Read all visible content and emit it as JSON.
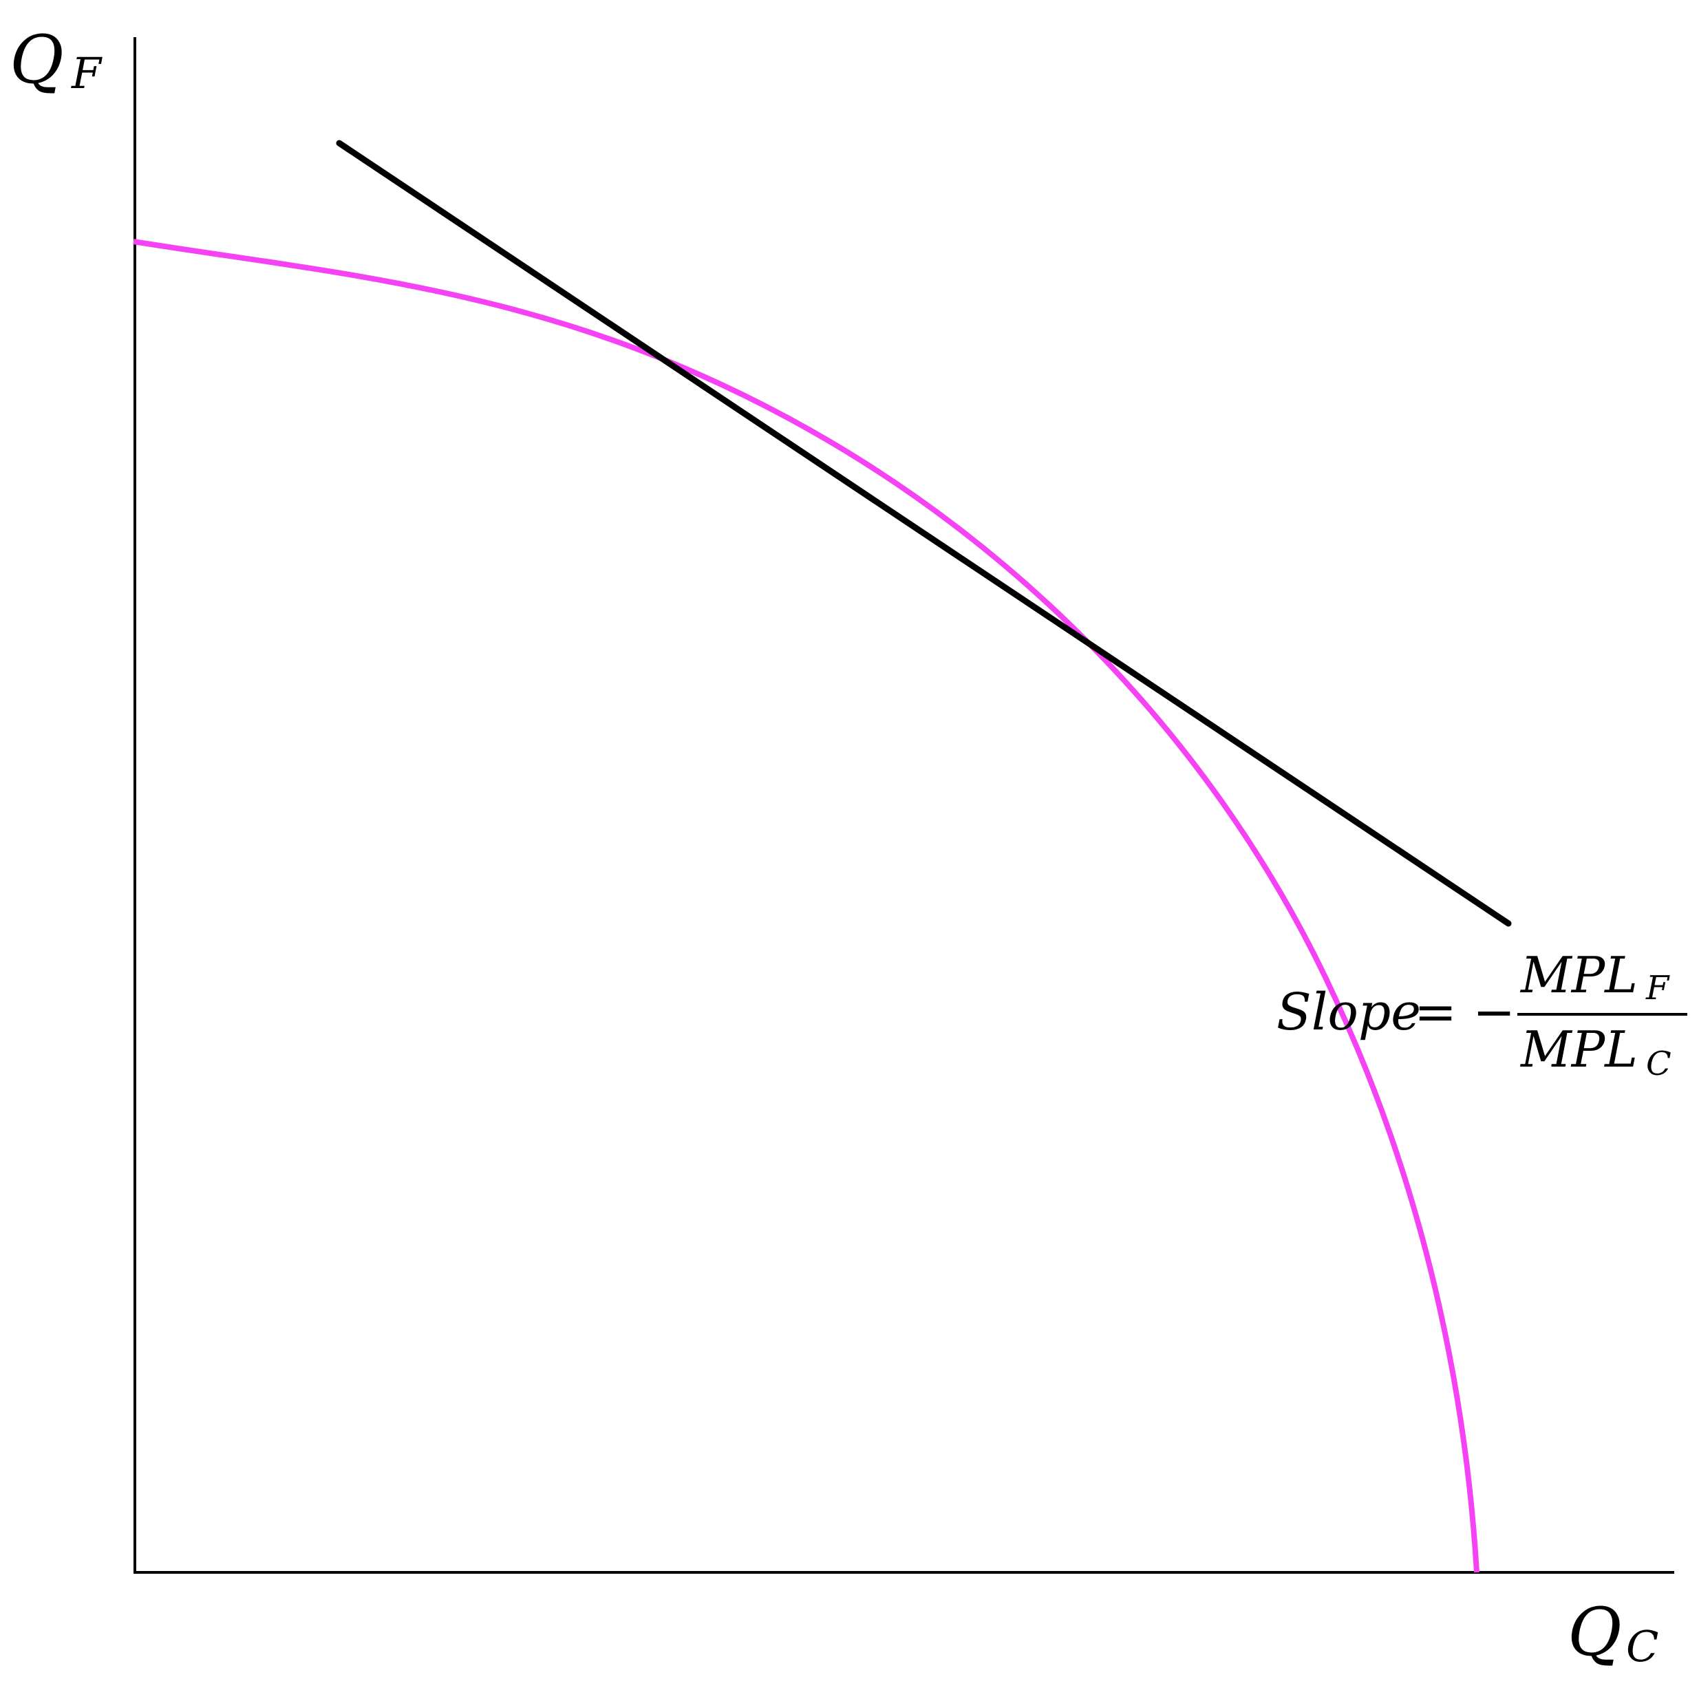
{
  "diagram": {
    "y_axis": {
      "symbol": "Q",
      "subscript": "F"
    },
    "x_axis": {
      "symbol": "Q",
      "subscript": "C"
    },
    "annotation": {
      "lhs": "Slope",
      "equals": "=",
      "minus": "−",
      "numerator": {
        "main": "MPL",
        "sub": "F"
      },
      "denominator": {
        "main": "MPL",
        "sub": "C"
      }
    },
    "curve_color": "#f542f5",
    "line_color": "#000000",
    "axis_color": "#000000"
  }
}
